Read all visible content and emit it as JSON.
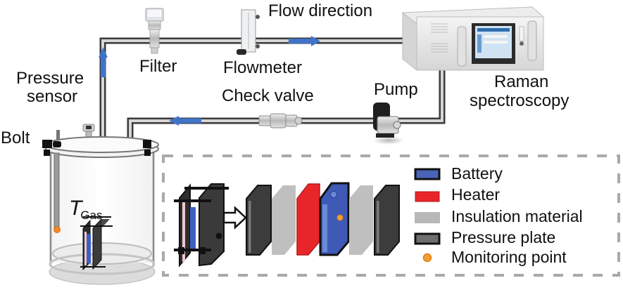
{
  "labels": {
    "flow_direction": "Flow direction",
    "filter": "Filter",
    "flowmeter": "Flowmeter",
    "pressure_sensor_line1": "Pressure",
    "pressure_sensor_line2": "sensor",
    "check_valve": "Check valve",
    "pump": "Pump",
    "raman_line1": "Raman",
    "raman_line2": "spectroscopy",
    "bolt": "Bolt",
    "t_gas_symbol": "T",
    "t_gas_subscript": "Gas"
  },
  "legend": {
    "items": [
      {
        "label": "Battery",
        "swatch": "battery-swatch",
        "fill": "#4b63b8",
        "border": "#111111"
      },
      {
        "label": "Heater",
        "swatch": "heater-swatch",
        "fill": "#e8262a",
        "border": "#b01a1a"
      },
      {
        "label": "Insulation material",
        "swatch": "insulation-swatch",
        "fill": "#b8b8b8",
        "border": "#b8b8b8"
      },
      {
        "label": "Pressure plate",
        "swatch": "pressure-plate-swatch",
        "fill": "#6e6e6e",
        "border": "#111111"
      },
      {
        "label": "Monitoring point",
        "swatch": "monitoring-point-swatch",
        "fill": "#f0a030",
        "border": "#e07a1a"
      }
    ]
  },
  "colors": {
    "pipe_outer": "#3a3a3a",
    "pipe_inner": "#d9d5d5",
    "flow_arrow": "#3f74c9",
    "dashed_border": "#a9a9a9",
    "battery": "#4b63b8",
    "heater": "#e8262a",
    "insulation": "#b8b8b8",
    "plate": "#3c3c3c",
    "monitor": "#f0a030"
  },
  "stack_sequence": [
    "pressure-plate",
    "insulation",
    "heater",
    "battery",
    "insulation",
    "pressure-plate"
  ]
}
